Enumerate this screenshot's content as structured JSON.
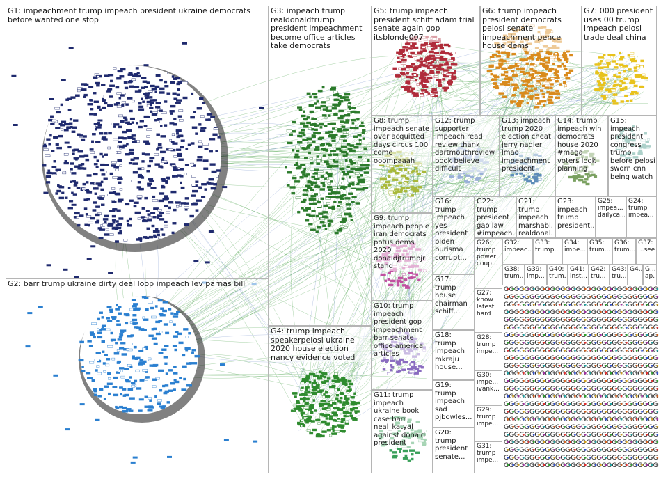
{
  "groups": [
    {
      "id": "G1",
      "label": "G1: impeachment trump impeach president ukraine democrats before wanted one stop",
      "color": "#1f2a6e"
    },
    {
      "id": "G2",
      "label": "G2: barr trump ukraine dirty deal loop impeach lev parnas bill",
      "color": "#2a7fd0"
    },
    {
      "id": "G3",
      "label": "G3: impeach trump realdonaldtrump president impeachment become office articles take democrats",
      "color": "#2b7a2b"
    },
    {
      "id": "G4",
      "label": "G4: trump impeach speakerpelosi ukraine 2020 house election nancy evidence voted",
      "color": "#2e8b2e"
    },
    {
      "id": "G5",
      "label": "G5: trump impeach president schiff adam trial senate again gop itsblonde007",
      "color": "#b02c3a"
    },
    {
      "id": "G6",
      "label": "G6: trump impeach president democrats pelosi senate impeachment pence house dems",
      "color": "#d98a1c"
    },
    {
      "id": "G7",
      "label": "G7: 000 president uses 00 trump impeach pelosi trade deal china",
      "color": "#e8c21c"
    },
    {
      "id": "G8",
      "label": "G8: trump impeach senate over acquitted days circus 100 come ooompaaah",
      "color": "#a8b83a"
    },
    {
      "id": "G9",
      "label": "G9: trump impeach people iran democrats potus dems 2020 donaldjtrumpjr stand",
      "color": "#c050a0"
    },
    {
      "id": "G10",
      "label": "G10: trump impeach president gop impeachment barr senate office america articles",
      "color": "#8a6cc0"
    },
    {
      "id": "G11",
      "label": "G11: trump impeach ukraine book case barr neal_katyal against donald president",
      "color": "#3aa05a"
    },
    {
      "id": "G12",
      "label": "G12: trump supporter impeach read review thank dartmouthreview book believe difficult",
      "color": "#9ab0d8"
    },
    {
      "id": "G13",
      "label": "G13: impeach trump 2020 election cheat jerry nadler lmao impeachment president",
      "color": "#5c8cb8"
    },
    {
      "id": "G14",
      "label": "G14: trump impeach win democrats house 2020 #maga voters look planning",
      "color": "#7aa060"
    },
    {
      "id": "G15",
      "label": "G15: impeach president congress trump before pelosi sworn cnn being watch",
      "color": "#4a9a8a"
    },
    {
      "id": "G16",
      "label": "G16: trump impeach yes president biden burisma corrupt...",
      "color": "#d08a50"
    },
    {
      "id": "G17",
      "label": "G17: trump house chairman schiff...",
      "color": "#c0608a"
    },
    {
      "id": "G18",
      "label": "G18: trump impeach mkraju house...",
      "color": "#6a7ad0"
    },
    {
      "id": "G19",
      "label": "G19: trump impeach sad pjbowles...",
      "color": "#60b0b0"
    },
    {
      "id": "G20",
      "label": "G20: trump president senate...",
      "color": "#a07040"
    },
    {
      "id": "G21",
      "label": "G21: trump impeach marshabl... realdonal...",
      "color": "#70a0d0"
    },
    {
      "id": "G22",
      "label": "G22: trump president gao law #impeach...",
      "color": "#90c070"
    },
    {
      "id": "G23",
      "label": "G23: impeach trump president...",
      "color": "#c0a0e0"
    },
    {
      "id": "G24",
      "label": "G24: trump impea...",
      "color": "#d0b060"
    },
    {
      "id": "G25",
      "label": "G25: impea... dailyca...",
      "color": "#80b0d0"
    },
    {
      "id": "G26",
      "label": "G26: trump power coup...",
      "color": "#e0a0a0"
    },
    {
      "id": "G27",
      "label": "G27: know latest hard",
      "color": "#a0d0a0"
    },
    {
      "id": "G28",
      "label": "G28: trump impe...",
      "color": "#d0a0d0"
    },
    {
      "id": "G29",
      "label": "G29: trump impe...",
      "color": "#a0a0d0"
    },
    {
      "id": "G30",
      "label": "G30: impe... ivank...",
      "color": "#d0d0a0"
    },
    {
      "id": "G31",
      "label": "G31: trump impe...",
      "color": "#a0d0d0"
    },
    {
      "id": "G32",
      "label": "G32: impeac...",
      "color": "#b08060"
    },
    {
      "id": "G33",
      "label": "G33: trump...",
      "color": "#6080b0"
    },
    {
      "id": "G34",
      "label": "G34: impe...",
      "color": "#80b060"
    },
    {
      "id": "G35",
      "label": "G35: trum...",
      "color": "#b060b0"
    },
    {
      "id": "G36",
      "label": "G36: trum...",
      "color": "#60b0a0"
    },
    {
      "id": "G37",
      "label": "G37: ...see...",
      "color": "#b0a060"
    },
    {
      "id": "G38",
      "label": "G38: trum...",
      "color": "#7070c0"
    },
    {
      "id": "G39",
      "label": "G39: imp...",
      "color": "#c07070"
    },
    {
      "id": "G40",
      "label": "G40: trum...",
      "color": "#70c070"
    },
    {
      "id": "G41",
      "label": "G41: inst...",
      "color": "#c0c070"
    },
    {
      "id": "G42",
      "label": "G42: tru...",
      "color": "#70c0c0"
    },
    {
      "id": "G43",
      "label": "G43: tru...",
      "color": "#c070c0"
    },
    {
      "id": "G44",
      "label": "G4...",
      "color": "#909090"
    },
    {
      "id": "G45",
      "label": "G... ap...",
      "color": "#609060"
    }
  ],
  "small_cluster_glyph": "G",
  "edge_color": "#3a9a3a"
}
